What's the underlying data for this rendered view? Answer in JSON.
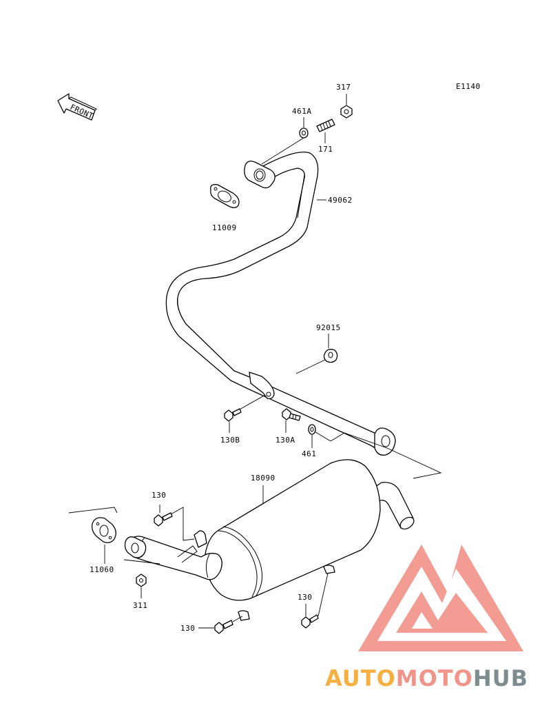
{
  "diagram_code": "E1140",
  "front_label": "FRONT",
  "labels": [
    {
      "id": "317",
      "text": "317"
    },
    {
      "id": "461A",
      "text": "461A"
    },
    {
      "id": "171",
      "text": "171"
    },
    {
      "id": "49062",
      "text": "49062"
    },
    {
      "id": "11009",
      "text": "11009"
    },
    {
      "id": "92015",
      "text": "92015"
    },
    {
      "id": "130B",
      "text": "130B"
    },
    {
      "id": "130A",
      "text": "130A"
    },
    {
      "id": "461",
      "text": "461"
    },
    {
      "id": "18090",
      "text": "18090"
    },
    {
      "id": "130a",
      "text": "130"
    },
    {
      "id": "11060",
      "text": "11060"
    },
    {
      "id": "311",
      "text": "311"
    },
    {
      "id": "130b",
      "text": "130"
    },
    {
      "id": "130c",
      "text": "130"
    }
  ],
  "watermark": {
    "part1": "AUTO",
    "part2": "MOTO",
    "part3": "HUB",
    "color1": "#f5b041",
    "color2": "#f1948a",
    "color3": "#7f8c8d",
    "logo_color": "#f28b82"
  }
}
